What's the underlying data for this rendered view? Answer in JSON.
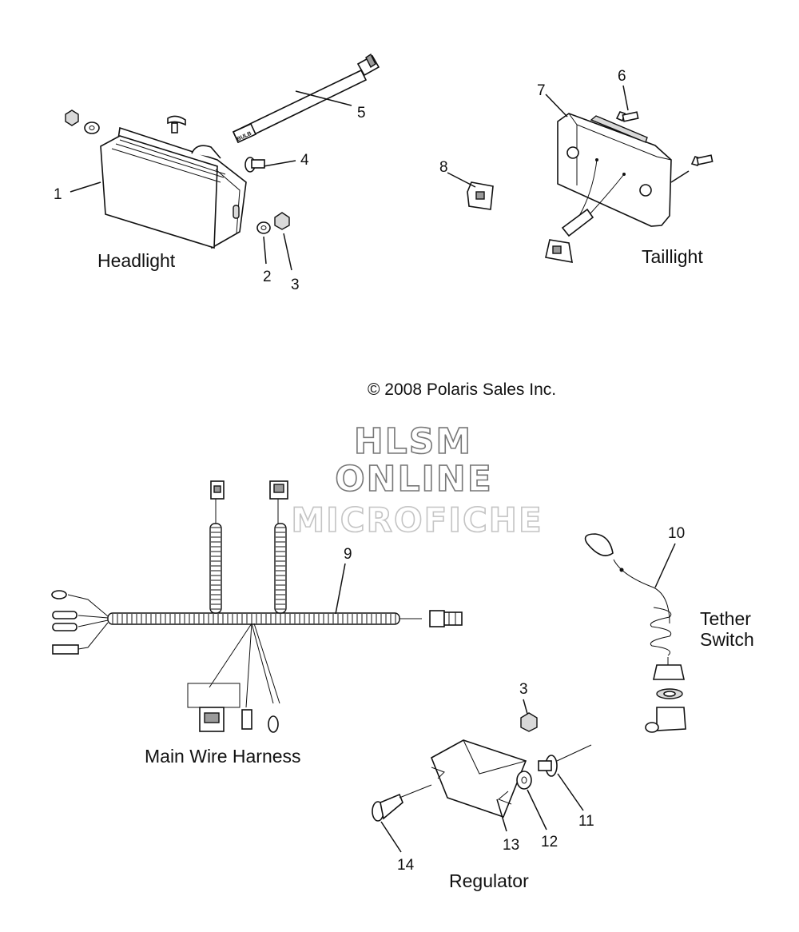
{
  "copyright": "© 2008 Polaris Sales Inc.",
  "watermark": [
    "HLSM",
    "ONLINE",
    "MICROFICHE"
  ],
  "groups": {
    "headlight": "Headlight",
    "taillight": "Taillight",
    "main_wire_harness": "Main Wire Harness",
    "tether_switch": [
      "Tether",
      "Switch"
    ],
    "regulator": "Regulator"
  },
  "callouts": {
    "p1": "1",
    "p2": "2",
    "p3": "3",
    "p4": "4",
    "p5": "5",
    "p6": "6",
    "p7": "7",
    "p8": "8",
    "p9": "9",
    "p10": "10",
    "p3b": "3",
    "p11": "11",
    "p12": "12",
    "p13": "13",
    "p14": "14"
  },
  "bulb_text": "BULB"
}
